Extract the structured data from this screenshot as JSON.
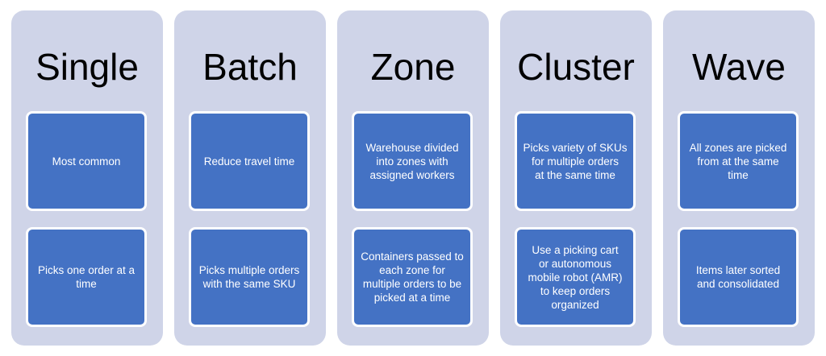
{
  "colors": {
    "column_bg": "#cfd4e8",
    "card_fill": "#4472c4",
    "card_border": "#ffffff",
    "title_text": "#000000",
    "card_text": "#ffffff"
  },
  "columns": [
    {
      "title": "Single",
      "top_card": "Most common",
      "bottom_card": "Picks one order at a\ntime"
    },
    {
      "title": "Batch",
      "top_card": "Reduce travel time",
      "bottom_card": "Picks multiple orders\nwith the same SKU"
    },
    {
      "title": "Zone",
      "top_card": "Warehouse divided\ninto zones with\nassigned workers",
      "bottom_card": "Containers passed to\neach zone for\nmultiple orders to be\npicked at a time"
    },
    {
      "title": "Cluster",
      "top_card": "Picks variety of SKUs\nfor multiple orders\nat the same time",
      "bottom_card": "Use a picking    cart\nor autonomous\nmobile robot (AMR)\nto keep orders\norganized"
    },
    {
      "title": "Wave",
      "top_card": "All zones are picked\nfrom at the same\ntime",
      "bottom_card": "Items later sorted\nand consolidated"
    }
  ]
}
